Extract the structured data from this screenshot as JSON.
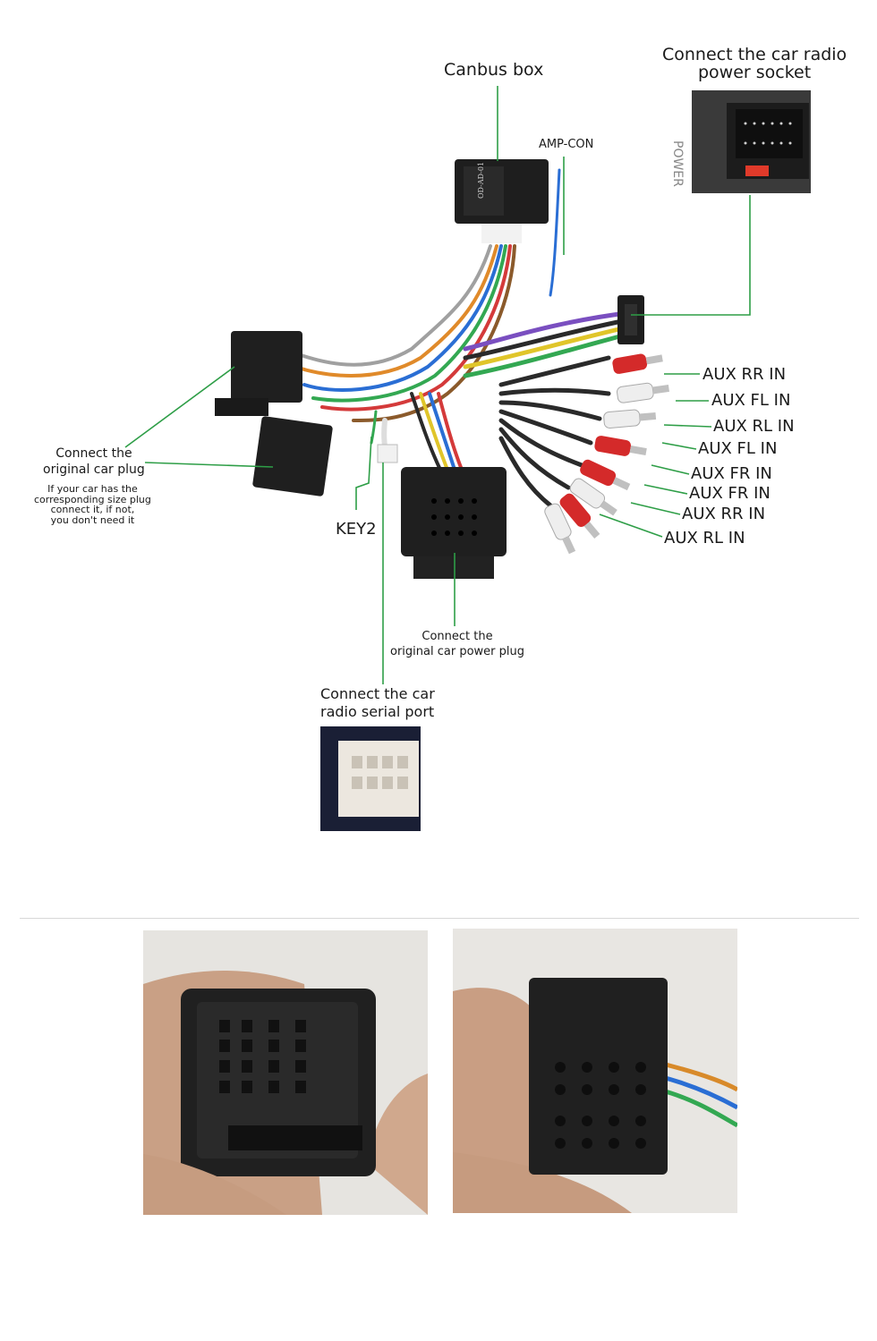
{
  "labels": {
    "canbus_box": "Canbus box",
    "amp_con": "AMP-CON",
    "power_socket": [
      "Connect the car radio",
      "power socket"
    ],
    "power_socket_mark": "POWER",
    "canbus_model": "OD-AD-01",
    "original_plug": [
      "Connect the",
      "original car plug"
    ],
    "original_plug_note": [
      "If your car has the",
      "corresponding size plug",
      "connect it, if not,",
      "you don't need it"
    ],
    "key2": "KEY2",
    "power_plug": [
      "Connect the",
      "original car power plug"
    ],
    "serial_port": [
      "Connect the car",
      "radio  serial port"
    ]
  },
  "aux_labels": [
    "AUX  RR IN",
    "AUX  FL IN",
    "AUX  RL IN",
    "AUX  FL IN",
    "AUX  FR IN",
    "AUX  FR IN",
    "AUX  RR IN",
    "AUX  RL IN"
  ],
  "colors": {
    "pointer_line": "#2e9e47",
    "connector_body": "#1b1b1b",
    "rca_red": "#d42a2a",
    "rca_white": "#eeeeee"
  }
}
